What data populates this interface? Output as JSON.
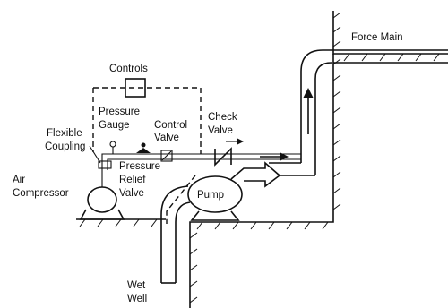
{
  "labels": {
    "force_main": "Force Main",
    "controls": "Controls",
    "pressure_gauge_1": "Pressure",
    "pressure_gauge_2": "Gauge",
    "control_valve_1": "Control",
    "control_valve_2": "Valve",
    "check_valve_1": "Check",
    "check_valve_2": "Valve",
    "flexible_coupling_1": "Flexible",
    "flexible_coupling_2": "Coupling",
    "pressure_relief_1": "Pressure",
    "pressure_relief_2": "Relief",
    "pressure_relief_3": "Valve",
    "air_compressor_1": "Air",
    "air_compressor_2": "Compressor",
    "pump": "Pump",
    "wet_well_1": "Wet",
    "wet_well_2": "Well"
  }
}
